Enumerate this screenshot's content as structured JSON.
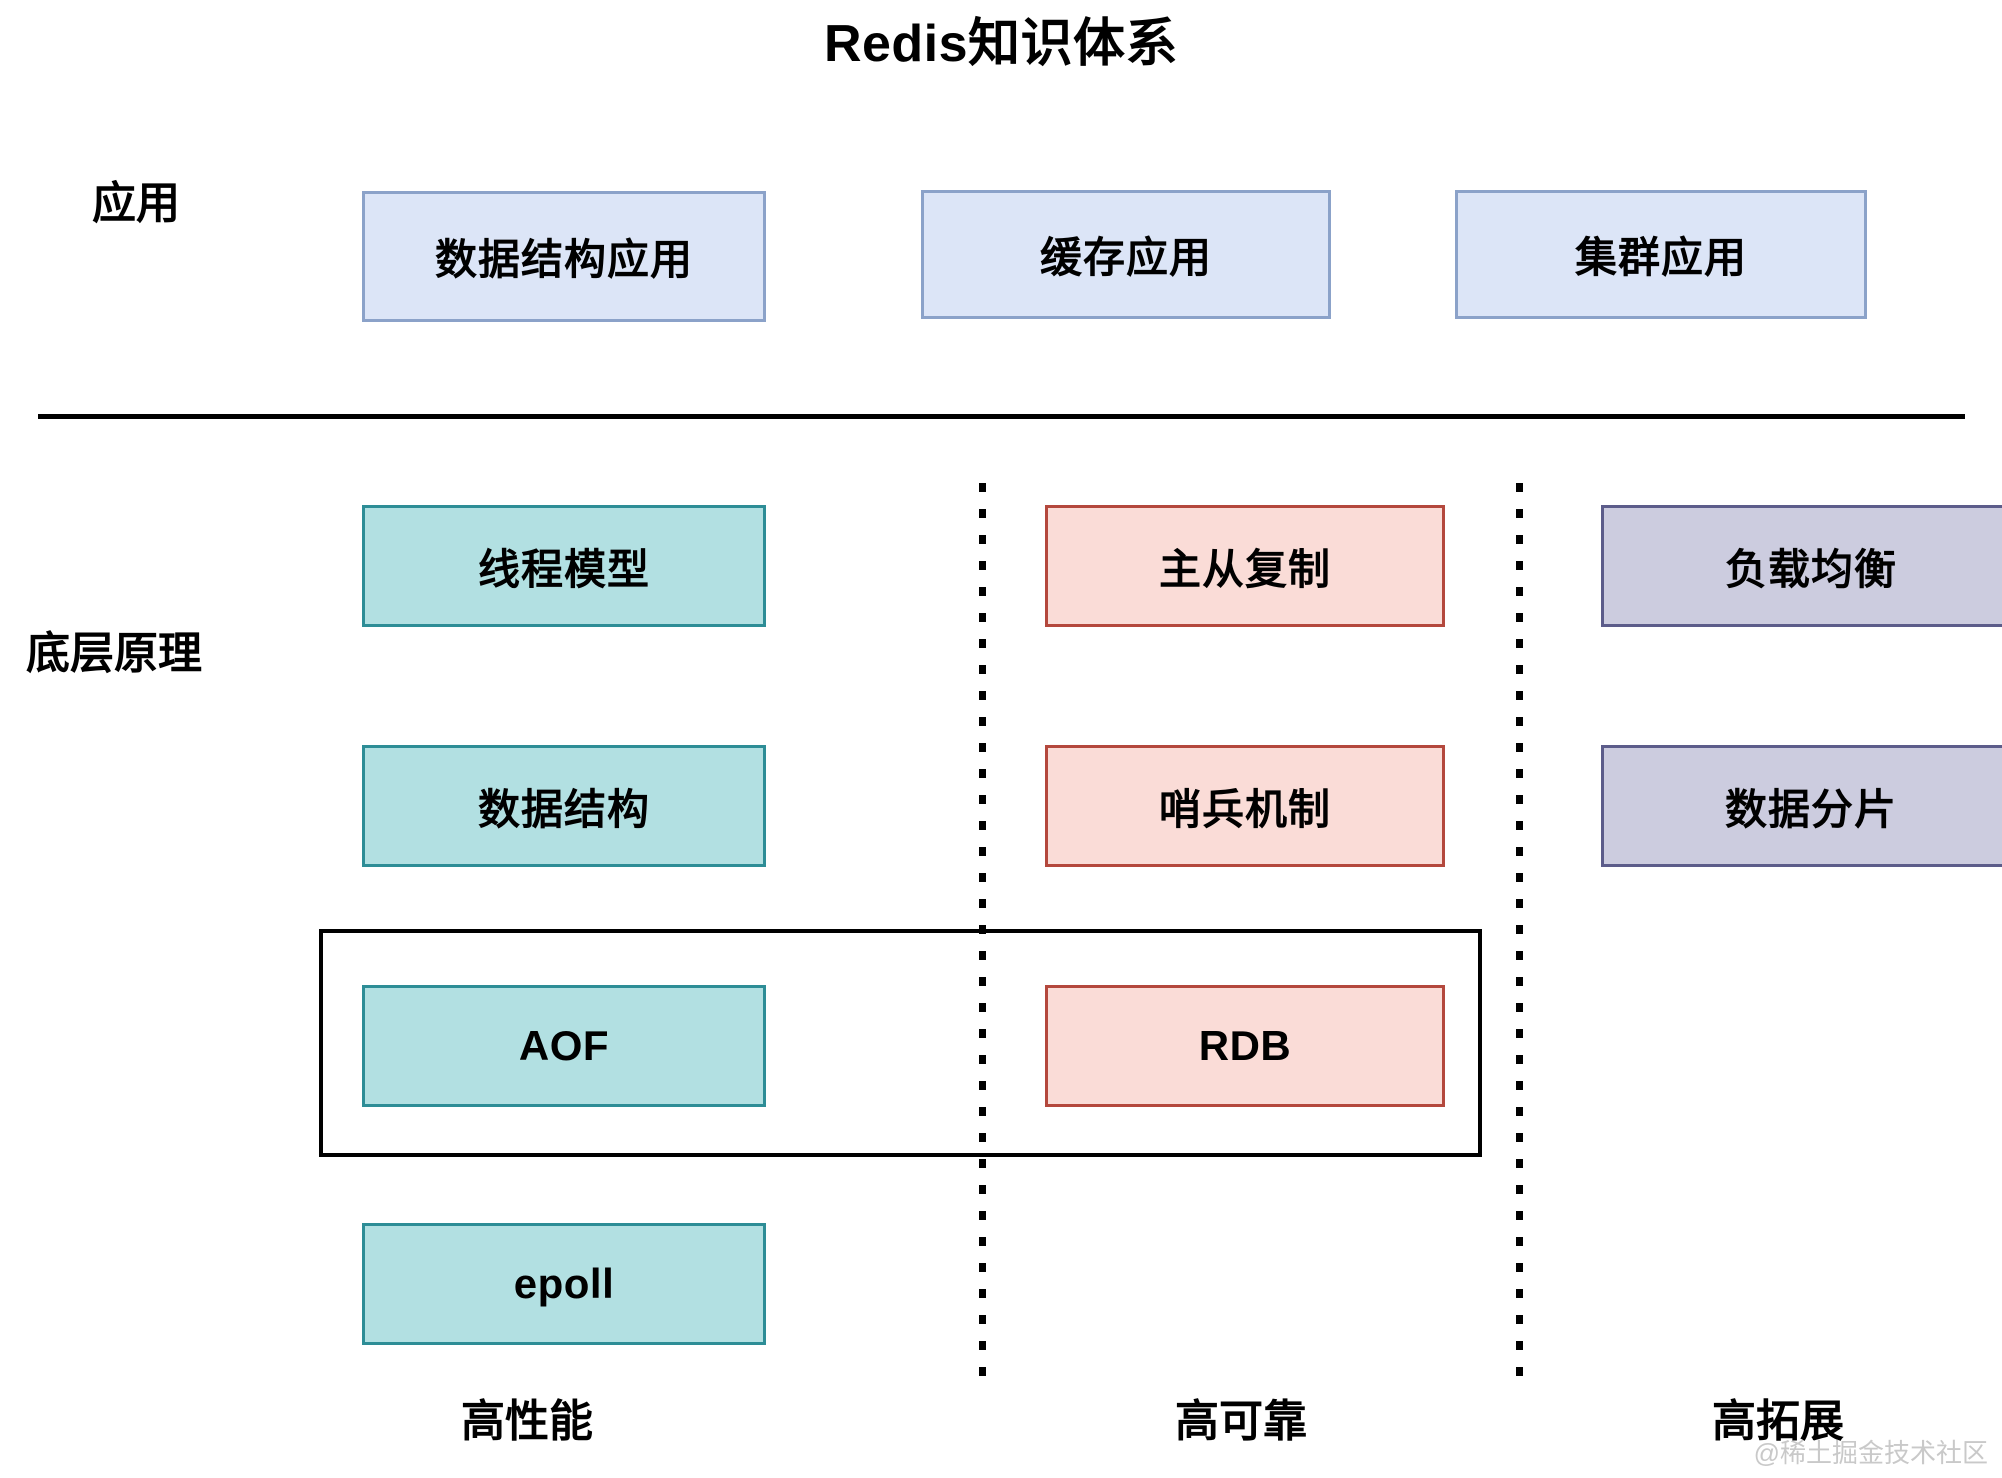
{
  "title": "Redis知识体系",
  "tiers": [
    {
      "key": "application",
      "label": "应用"
    },
    {
      "key": "internals",
      "label": "底层原理"
    }
  ],
  "application_row": {
    "nodes": [
      {
        "label": "数据结构应用",
        "color": "#dce5f7",
        "border": "#8ba2c9"
      },
      {
        "label": "缓存应用",
        "color": "#dce5f7",
        "border": "#8ba2c9"
      },
      {
        "label": "集群应用",
        "color": "#dce5f7",
        "border": "#8ba2c9"
      }
    ]
  },
  "internals": {
    "columns": [
      {
        "key": "performance",
        "caption": "高性能",
        "color": "#b2e0e2",
        "border": "#2d8d96",
        "nodes": [
          {
            "label": "线程模型"
          },
          {
            "label": "数据结构"
          },
          {
            "label": "AOF"
          },
          {
            "label": "epoll"
          }
        ]
      },
      {
        "key": "reliability",
        "caption": "高可靠",
        "color": "#fadcd7",
        "border": "#b4483d",
        "nodes": [
          {
            "label": "主从复制"
          },
          {
            "label": "哨兵机制"
          },
          {
            "label": "RDB"
          }
        ]
      },
      {
        "key": "scalability",
        "caption": "高拓展",
        "color": "#ccccdf",
        "border": "#5c5c8a",
        "nodes": [
          {
            "label": "负载均衡"
          },
          {
            "label": "数据分片"
          }
        ]
      }
    ]
  },
  "persistence_group": {
    "members": [
      "AOF",
      "RDB"
    ]
  },
  "watermark": "@稀土掘金技术社区"
}
